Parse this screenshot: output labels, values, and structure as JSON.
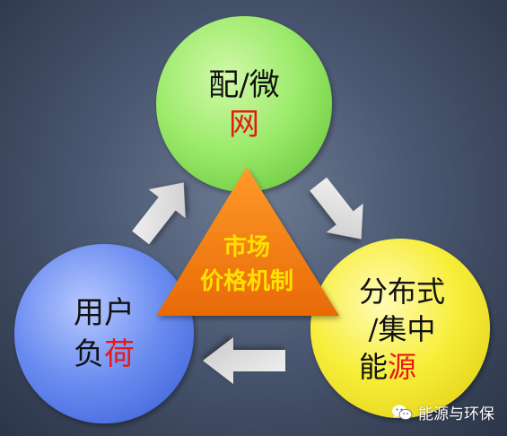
{
  "nodes": {
    "grid": {
      "line1": "配/微",
      "line2_accent": "网"
    },
    "load": {
      "line1": "用户",
      "line2_plain": "负",
      "line2_accent": "荷"
    },
    "source": {
      "line1": "分布式",
      "line2": "/集中",
      "line3_plain": "能",
      "line3_accent": "源"
    }
  },
  "center": {
    "line1": "市场",
    "line2": "价格机制"
  },
  "watermark": {
    "text": "能源与环保"
  },
  "colors": {
    "grid_circle": "#9bea6a",
    "load_circle": "#6b8df0",
    "source_circle": "#f7ee3a",
    "triangle": "#f07a10",
    "center_text": "#ffe000",
    "accent_text": "#e81818",
    "arrow": "#e4e4e4"
  }
}
